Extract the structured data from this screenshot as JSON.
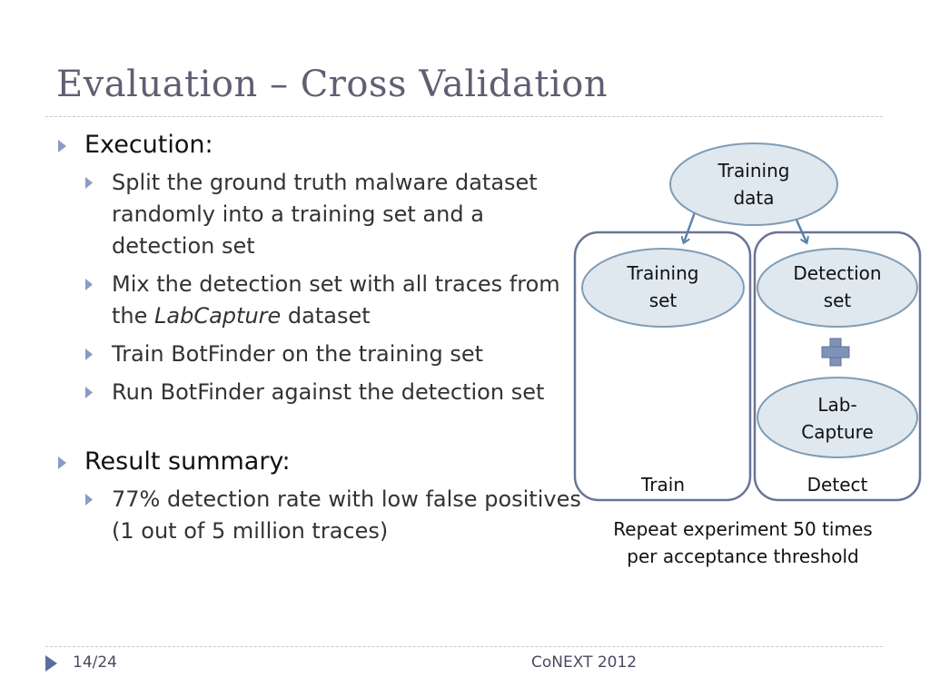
{
  "slide": {
    "title": "Evaluation – Cross Validation"
  },
  "bullets": {
    "execution_heading": "Execution:",
    "execution_items": [
      "Split the ground truth malware dataset randomly into a training set and a detection set",
      {
        "before": "Mix the detection set with all traces from the ",
        "italic": "LabCapture",
        "after": " dataset"
      },
      "Train BotFinder on the training set",
      "Run BotFinder against the detection set"
    ],
    "result_heading": "Result summary:",
    "result_items": [
      "77% detection rate with low false positives (1 out of 5 million traces)"
    ]
  },
  "diagram": {
    "training_data": [
      "Training",
      "data"
    ],
    "training_set": [
      "Training",
      "set"
    ],
    "detection_set": [
      "Detection",
      "set"
    ],
    "lab_capture": [
      "Lab-",
      "Capture"
    ],
    "train_label": "Train",
    "detect_label": "Detect",
    "caption": [
      "Repeat experiment 50 times",
      "per acceptance threshold"
    ]
  },
  "footer": {
    "page": "14/24",
    "conference": "CoNEXT 2012"
  },
  "colors": {
    "title": "#5f5f72",
    "ellipse_fill": "#dfe8ef",
    "ellipse_stroke": "#7f9cb5",
    "box_stroke": "#6a7496",
    "arrow": "#5b84ab",
    "plus": "#7f93b8",
    "bullet_arrow": "#8a9bc5"
  },
  "icons": {
    "bullet": "triangle-bullet-icon",
    "plus": "plus-icon",
    "footer": "triangle-footer-icon"
  }
}
